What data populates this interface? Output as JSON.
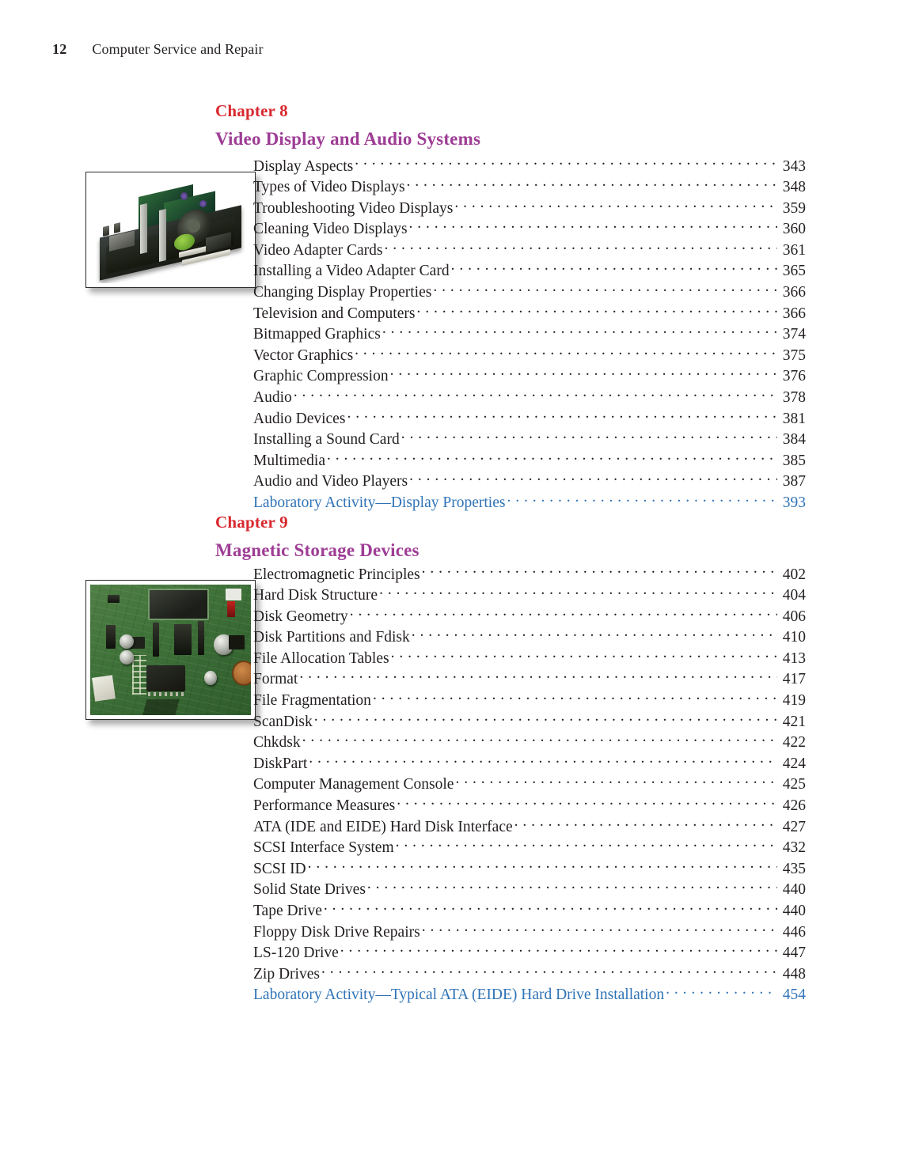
{
  "running_head": {
    "folio": "12",
    "book_title": "Computer Service and Repair"
  },
  "chapters": [
    {
      "label": "Chapter 8",
      "title": "Video Display and Audio Systems",
      "photo": {
        "name": "motherboard-with-video-cards-photo",
        "alt": "Motherboard with two video adapter cards installed"
      },
      "entries": [
        {
          "title": "Display Aspects",
          "page": "343",
          "lab": false
        },
        {
          "title": "Types of Video Displays",
          "page": "348",
          "lab": false
        },
        {
          "title": "Troubleshooting Video Displays",
          "page": "359",
          "lab": false
        },
        {
          "title": "Cleaning Video Displays",
          "page": "360",
          "lab": false
        },
        {
          "title": "Video Adapter Cards",
          "page": "361",
          "lab": false
        },
        {
          "title": "Installing a Video Adapter Card",
          "page": "365",
          "lab": false
        },
        {
          "title": "Changing Display Properties",
          "page": "366",
          "lab": false
        },
        {
          "title": "Television and Computers",
          "page": "366",
          "lab": false
        },
        {
          "title": "Bitmapped Graphics",
          "page": "374",
          "lab": false
        },
        {
          "title": "Vector Graphics",
          "page": "375",
          "lab": false
        },
        {
          "title": "Graphic Compression",
          "page": "376",
          "lab": false
        },
        {
          "title": "Audio",
          "page": "378",
          "lab": false
        },
        {
          "title": "Audio Devices",
          "page": "381",
          "lab": false
        },
        {
          "title": "Installing a Sound Card",
          "page": "384",
          "lab": false
        },
        {
          "title": "Multimedia",
          "page": "385",
          "lab": false
        },
        {
          "title": "Audio and Video Players",
          "page": "387",
          "lab": false
        },
        {
          "title": "Laboratory Activity—Display Properties",
          "page": "393",
          "lab": true
        }
      ]
    },
    {
      "label": "Chapter 9",
      "title": "Magnetic Storage Devices",
      "photo": {
        "name": "hard-drive-controller-board-photo",
        "alt": "Close-up of a green printed circuit board with chips and capacitors"
      },
      "entries": [
        {
          "title": "Electromagnetic Principles",
          "page": "402",
          "lab": false
        },
        {
          "title": "Hard Disk Structure",
          "page": "404",
          "lab": false
        },
        {
          "title": "Disk Geometry",
          "page": "406",
          "lab": false
        },
        {
          "title": "Disk Partitions and Fdisk",
          "page": "410",
          "lab": false
        },
        {
          "title": "File Allocation Tables",
          "page": "413",
          "lab": false
        },
        {
          "title": "Format",
          "page": "417",
          "lab": false
        },
        {
          "title": "File Fragmentation",
          "page": "419",
          "lab": false
        },
        {
          "title": "ScanDisk",
          "page": "421",
          "lab": false
        },
        {
          "title": "Chkdsk",
          "page": "422",
          "lab": false
        },
        {
          "title": "DiskPart",
          "page": "424",
          "lab": false
        },
        {
          "title": "Computer Management Console",
          "page": "425",
          "lab": false
        },
        {
          "title": "Performance Measures",
          "page": "426",
          "lab": false
        },
        {
          "title": "ATA (IDE and EIDE) Hard Disk Interface",
          "page": "427",
          "lab": false
        },
        {
          "title": "SCSI Interface System",
          "page": "432",
          "lab": false
        },
        {
          "title": "SCSI ID",
          "page": "435",
          "lab": false
        },
        {
          "title": "Solid State Drives",
          "page": "440",
          "lab": false
        },
        {
          "title": "Tape Drive",
          "page": "440",
          "lab": false
        },
        {
          "title": "Floppy Disk Drive Repairs",
          "page": "446",
          "lab": false
        },
        {
          "title": "LS-120 Drive",
          "page": "447",
          "lab": false
        },
        {
          "title": "Zip Drives",
          "page": "448",
          "lab": false
        },
        {
          "title": "Laboratory Activity—Typical ATA (EIDE) Hard Drive Installation",
          "page": "454",
          "lab": true
        }
      ]
    }
  ],
  "colors": {
    "chapter_label": "#d8282f",
    "chapter_title": "#9e3d95",
    "lab_activity": "#2f73b6",
    "body_text": "#231f20",
    "page_background": "#ffffff"
  }
}
